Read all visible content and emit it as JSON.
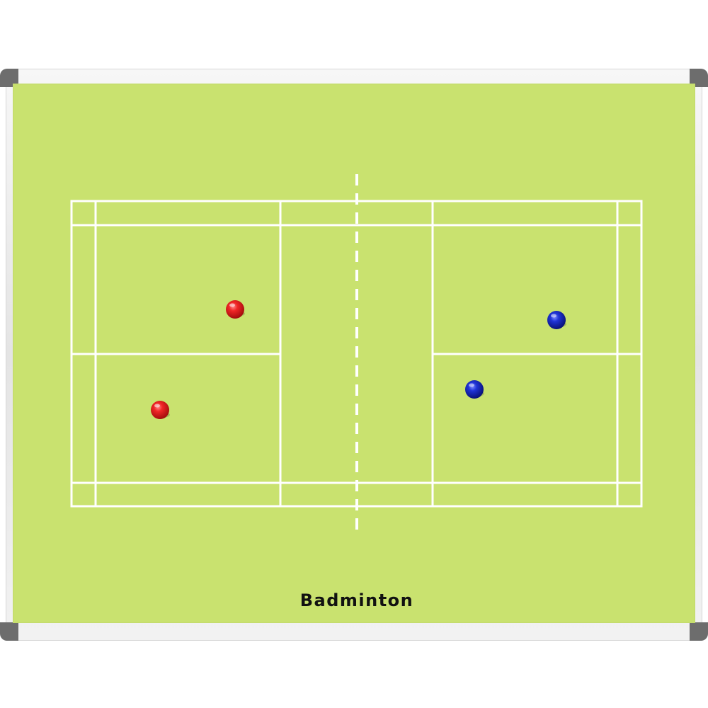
{
  "board": {
    "label": "Badminton",
    "surface_color": "#c9e26f",
    "line_color": "#ffffff",
    "frame_color": "#e6e6e6",
    "corner_color": "#6d6d6d"
  },
  "magnets": [
    {
      "team": "red",
      "color": "#e01b1b"
    },
    {
      "team": "red",
      "color": "#e01b1b"
    },
    {
      "team": "blue",
      "color": "#1426b8"
    },
    {
      "team": "blue",
      "color": "#1426b8"
    }
  ]
}
